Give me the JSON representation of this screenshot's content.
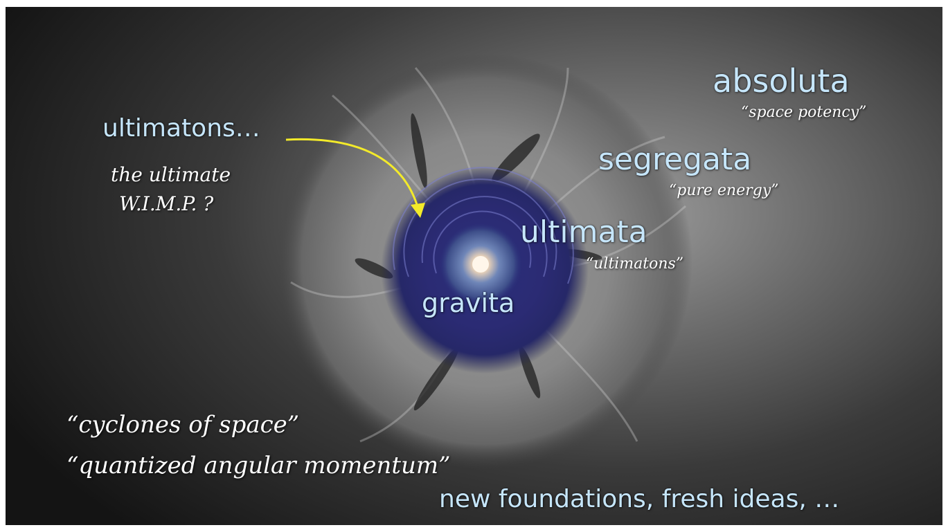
{
  "slide": {
    "background_color": "#2b2b2b",
    "accent_text_color": "#c6e6fb",
    "arrow_color": "#f3ea2a",
    "labels": {
      "absoluta": "absoluta",
      "absoluta_caption": "“space potency”",
      "segregata": "segregata",
      "segregata_caption": "“pure energy”",
      "ultimata": "ultimata",
      "ultimata_caption": "“ultimatons”",
      "gravita": "gravita",
      "ultimatons": "ultimatons…",
      "wimp_line1": "the ultimate",
      "wimp_line2": "W.I.M.P. ?",
      "quote1": "“cyclones of space”",
      "quote2": "“quantized angular momentum”",
      "footer": "new foundations,  fresh ideas, …"
    }
  }
}
